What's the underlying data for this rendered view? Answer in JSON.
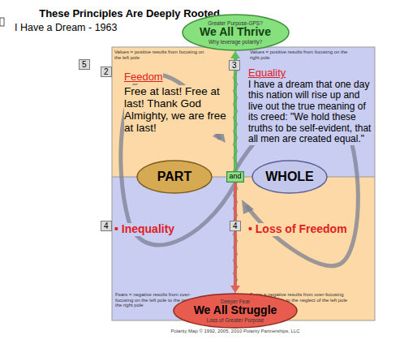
{
  "diagram": {
    "title": "These Principles Are Deeply Rooted...",
    "caption": "Polarity Map © 1992, 2005, 2010 Polarity Partnerships, LLC",
    "nodes": [
      {
        "text": [
          "Greater Purpose-GPS?",
          "We All Thrive",
          "Why leverage polarity?"
        ]
      },
      {
        "text": [
          "Values = positive results from focusing on the left pole",
          "Feedom",
          "Free at last! Free at last! Thank God Almighty, we are free at last!"
        ]
      },
      {
        "text": [
          "Values = positive results from focusing on the right pole",
          "Equality",
          "I have a dream that one day this nation will rise up and live out the true meaning of its creed: \"We hold these truths to be self-evident, that all men are created equal.\""
        ]
      },
      {
        "text": [
          "PART"
        ]
      },
      {
        "text": [
          "and"
        ]
      },
      {
        "text": [
          "WHOLE"
        ]
      },
      {
        "text": [
          "• Inequality",
          "Fears = negative results from over-focusing on the left pole to the neglect of the right pole"
        ]
      },
      {
        "text": [
          "• Loss of Freedom",
          "Fears = negative results from over-focusing on the right pole to the neglect of the left pole"
        ]
      },
      {
        "text": [
          "Deeper Fear",
          "We All Struggle",
          "Loss of Greater Purpose"
        ]
      }
    ],
    "edges": [
      {
        "from": 4,
        "to": 0,
        "arrow": "to"
      },
      {
        "from": 4,
        "to": 8,
        "arrow": "to"
      }
    ],
    "labels": [
      "I Have a Dream - 1963",
      "5",
      "2",
      "3",
      "4",
      "4"
    ]
  }
}
